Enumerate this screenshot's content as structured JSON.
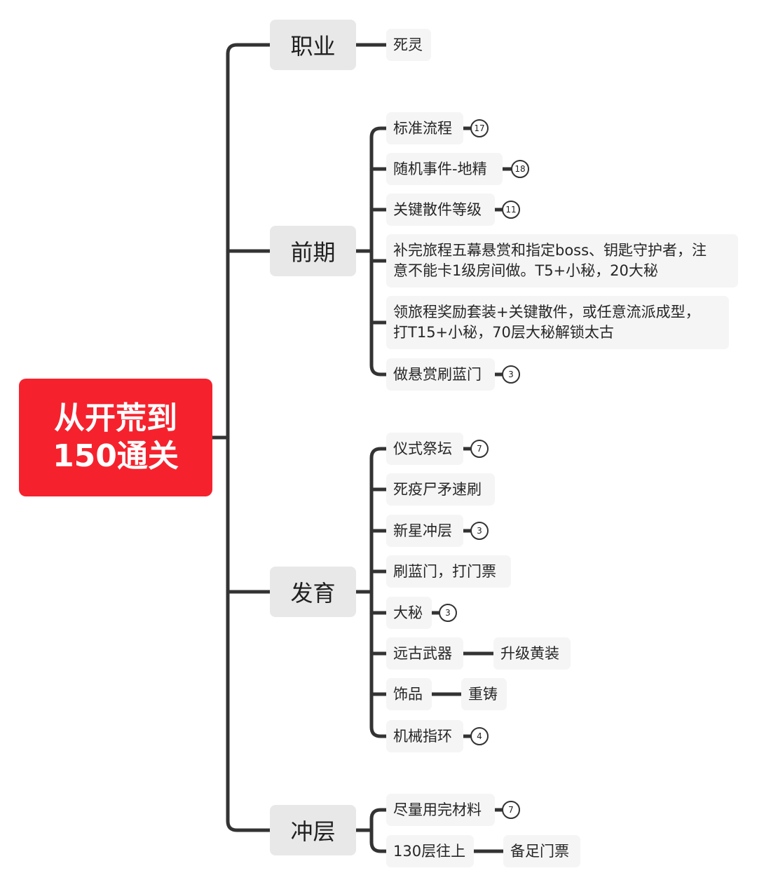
{
  "root": {
    "line1": "从开荒到",
    "line2": "150通关"
  },
  "colors": {
    "root": "#f5222d",
    "branch_bg": "#e8e8e8",
    "leaf_bg": "#f5f5f5",
    "connector": "#333333"
  },
  "branches": [
    {
      "label": "职业",
      "children": [
        {
          "label": "死灵"
        }
      ]
    },
    {
      "label": "前期",
      "children": [
        {
          "label": "标准流程",
          "badge": "17"
        },
        {
          "label": "随机事件-地精",
          "badge": "18"
        },
        {
          "label": "关键散件等级",
          "badge": "11"
        },
        {
          "line1": "补完旅程五幕悬赏和指定boss、钥匙守护者，注",
          "line2": "意不能卡1级房间做。T5+小秘，20大秘"
        },
        {
          "line1": "领旅程奖励套装+关键散件，或任意流派成型，",
          "line2": "打T15+小秘，70层大秘解锁太古"
        },
        {
          "label": "做悬赏刷蓝门",
          "badge": "3"
        }
      ]
    },
    {
      "label": "发育",
      "children": [
        {
          "label": "仪式祭坛",
          "badge": "7"
        },
        {
          "label": "死疫尸矛速刷"
        },
        {
          "label": "新星冲层",
          "badge": "3"
        },
        {
          "label": "刷蓝门，打门票"
        },
        {
          "label": "大秘",
          "badge": "3"
        },
        {
          "label": "远古武器",
          "child": "升级黄装"
        },
        {
          "label": "饰品",
          "child": "重铸"
        },
        {
          "label": "机械指环",
          "badge": "4"
        }
      ]
    },
    {
      "label": "冲层",
      "children": [
        {
          "label": "尽量用完材料",
          "badge": "7"
        },
        {
          "label": "130层往上",
          "child": "备足门票"
        }
      ]
    }
  ]
}
